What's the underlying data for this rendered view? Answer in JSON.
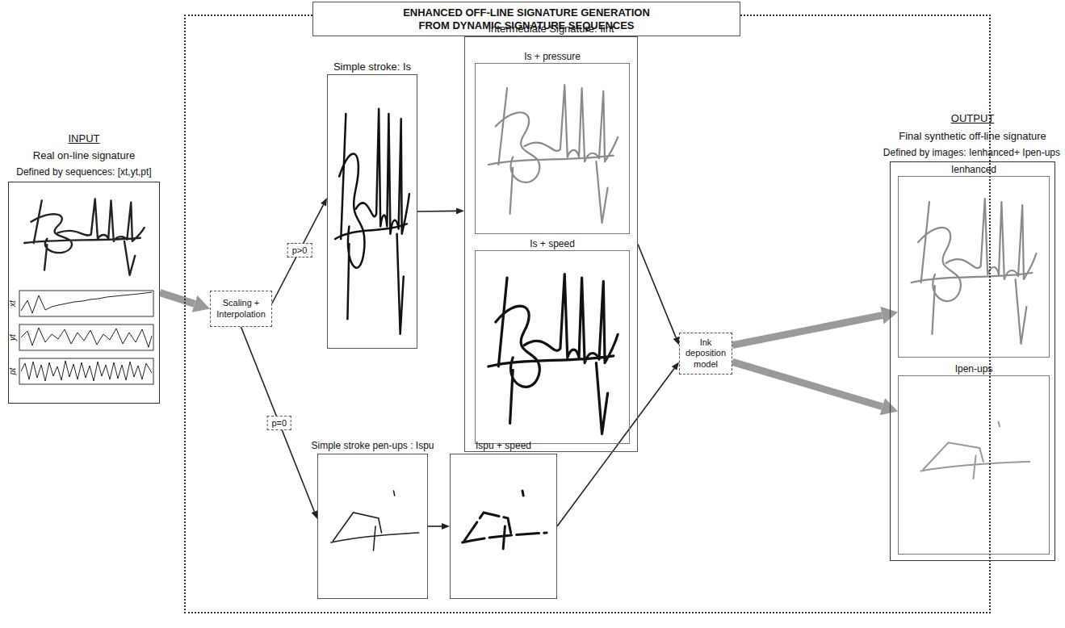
{
  "diagram": {
    "nodes": [
      {
        "text": [
          "INPUT",
          "Real on-line signature",
          "Defined by sequences: [xt,yt,pt]"
        ]
      },
      {
        "text": [
          "ENHANCED OFF-LINE SIGNATURE GENERATION FROM DYNAMIC SIGNATURE SEQUENCES"
        ]
      },
      {
        "text": [
          "Scaling + Interpolation"
        ],
        "in": 1
      },
      {
        "text": [
          "Simple stroke: Is"
        ],
        "in": 1
      },
      {
        "text": [
          "Intermediate Signature: Iint"
        ],
        "in": 1
      },
      {
        "text": [
          "Is + pressure"
        ],
        "in": 4
      },
      {
        "text": [
          "Is + speed"
        ],
        "in": 4
      },
      {
        "text": [
          "Simple stroke pen-ups : Ispu"
        ],
        "in": 1
      },
      {
        "text": [
          "Ispu + speed"
        ],
        "in": 1
      },
      {
        "text": [
          "Ink deposition model"
        ],
        "in": 1
      },
      {
        "text": [
          "OUTPUT",
          "Final synthetic off-line signature",
          "Defined by images: Ienhanced+ Ipen-ups"
        ]
      },
      {
        "text": [
          "Ienhanced"
        ],
        "in": 10
      },
      {
        "text": [
          "Ipen-ups"
        ],
        "in": 10
      }
    ],
    "edges": [
      {
        "from": 0,
        "to": 2,
        "arrow": "to"
      },
      {
        "from": 2,
        "to": 3,
        "label": "p>0",
        "arrow": "to"
      },
      {
        "from": 2,
        "to": 7,
        "label": "p=0",
        "arrow": "to"
      },
      {
        "from": 3,
        "to": 4,
        "arrow": "to"
      },
      {
        "from": 7,
        "to": 8,
        "arrow": "to"
      },
      {
        "from": 4,
        "to": 9,
        "arrow": "to"
      },
      {
        "from": 8,
        "to": 9,
        "arrow": "to"
      },
      {
        "from": 9,
        "to": 11,
        "arrow": "to"
      },
      {
        "from": 9,
        "to": 12,
        "arrow": "to"
      }
    ],
    "labels": [
      "xt",
      "yt",
      "pt"
    ]
  }
}
